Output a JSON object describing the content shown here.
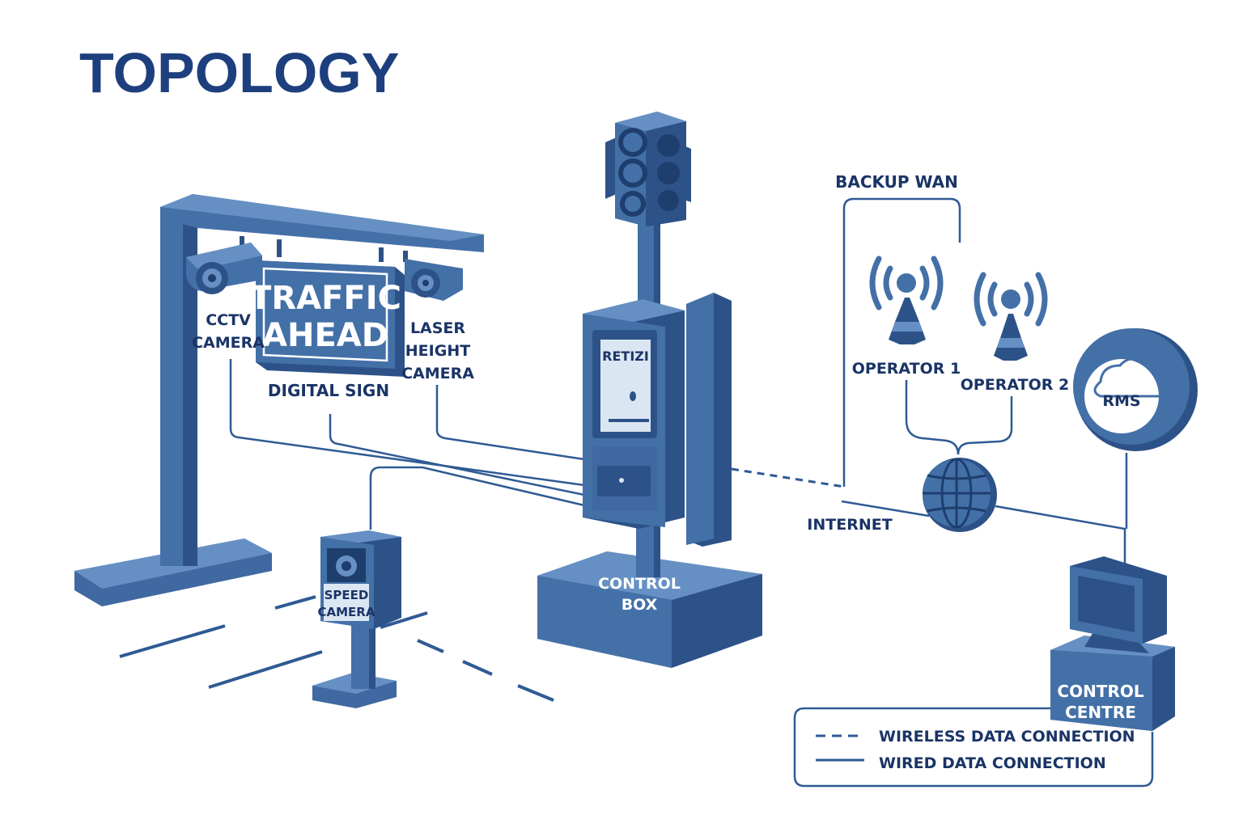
{
  "title": "TOPOLOGY",
  "labels": {
    "digital_sign_line1": "TRAFFIC",
    "digital_sign_line2": "AHEAD",
    "cctv_line1": "CCTV",
    "cctv_line2": "CAMERA",
    "digital_sign": "DIGITAL SIGN",
    "laser_line1": "LASER",
    "laser_line2": "HEIGHT",
    "laser_line3": "CAMERA",
    "speed_line1": "SPEED",
    "speed_line2": "CAMERA",
    "control_box_line1": "CONTROL",
    "control_box_line2": "BOX",
    "cabinet_brand": "RETIZI",
    "backup_wan": "BACKUP WAN",
    "operator_1": "OPERATOR 1",
    "operator_2": "OPERATOR 2",
    "rms": "RMS",
    "internet": "INTERNET",
    "control_centre_line1": "CONTROL",
    "control_centre_line2": "CENTRE"
  },
  "legend": {
    "wireless": "WIRELESS DATA CONNECTION",
    "wired": "WIRED DATA CONNECTION"
  },
  "colors": {
    "primary": "#4470a8",
    "dark": "#2d5288",
    "light": "#6690c4",
    "text": "#1a3466",
    "title": "#1d3f7e"
  }
}
